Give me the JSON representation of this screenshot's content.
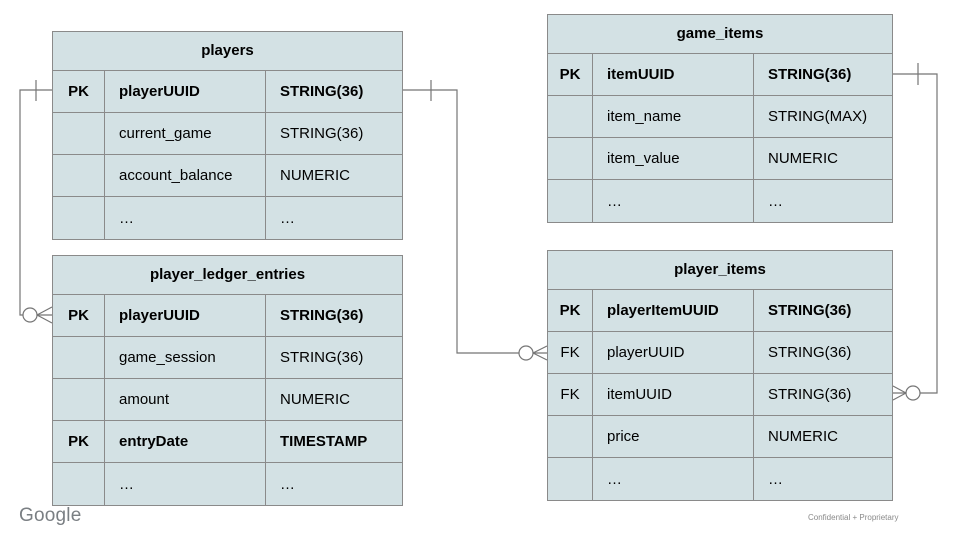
{
  "slide": {
    "background": "#ffffff",
    "footer": {
      "logo_text": "Google",
      "note": "Confidential + Proprietary"
    }
  },
  "palette": {
    "cell_fill": "#d3e1e4",
    "table_border": "#8a8a8a",
    "connector_line": "#757575",
    "text": "#000000",
    "footer_gray": "#7a7f83"
  },
  "tables": [
    {
      "id": "players",
      "title": "players",
      "rows": [
        {
          "key": "PK",
          "field": "playerUUID",
          "type": "STRING(36)",
          "bold": true
        },
        {
          "key": "",
          "field": "current_game",
          "type": "STRING(36)",
          "bold": false
        },
        {
          "key": "",
          "field": "account_balance",
          "type": "NUMERIC",
          "bold": false
        },
        {
          "key": "",
          "field": "…",
          "type": "…",
          "bold": false
        }
      ]
    },
    {
      "id": "player_ledger_entries",
      "title": "player_ledger_entries",
      "rows": [
        {
          "key": "PK",
          "field": "playerUUID",
          "type": "STRING(36)",
          "bold": true
        },
        {
          "key": "",
          "field": "game_session",
          "type": "STRING(36)",
          "bold": false
        },
        {
          "key": "",
          "field": "amount",
          "type": "NUMERIC",
          "bold": false
        },
        {
          "key": "PK",
          "field": "entryDate",
          "type": "TIMESTAMP",
          "bold": true
        },
        {
          "key": "",
          "field": "…",
          "type": "…",
          "bold": false
        }
      ]
    },
    {
      "id": "game_items",
      "title": "game_items",
      "rows": [
        {
          "key": "PK",
          "field": "itemUUID",
          "type": "STRING(36)",
          "bold": true
        },
        {
          "key": "",
          "field": "item_name",
          "type": "STRING(MAX)",
          "bold": false
        },
        {
          "key": "",
          "field": "item_value",
          "type": "NUMERIC",
          "bold": false
        },
        {
          "key": "",
          "field": "…",
          "type": "…",
          "bold": false
        }
      ]
    },
    {
      "id": "player_items",
      "title": "player_items",
      "rows": [
        {
          "key": "PK",
          "field": "playerItemUUID",
          "type": "STRING(36)",
          "bold": true
        },
        {
          "key": "FK",
          "field": "playerUUID",
          "type": "STRING(36)",
          "bold": false
        },
        {
          "key": "FK",
          "field": "itemUUID",
          "type": "STRING(36)",
          "bold": false
        },
        {
          "key": "",
          "field": "price",
          "type": "NUMERIC",
          "bold": false
        },
        {
          "key": "",
          "field": "…",
          "type": "…",
          "bold": false
        }
      ]
    }
  ],
  "relationships": [
    {
      "name": "players-to-player_ledger_entries",
      "from": "players.playerUUID",
      "to": "player_ledger_entries.playerUUID",
      "from_cardinality": "one",
      "to_cardinality": "zero-or-many"
    },
    {
      "name": "players-to-player_items",
      "from": "players.playerUUID",
      "to": "player_items.playerUUID",
      "from_cardinality": "one",
      "to_cardinality": "zero-or-many"
    },
    {
      "name": "game_items-to-player_items",
      "from": "game_items.itemUUID",
      "to": "player_items.itemUUID",
      "from_cardinality": "one",
      "to_cardinality": "zero-or-many"
    }
  ]
}
